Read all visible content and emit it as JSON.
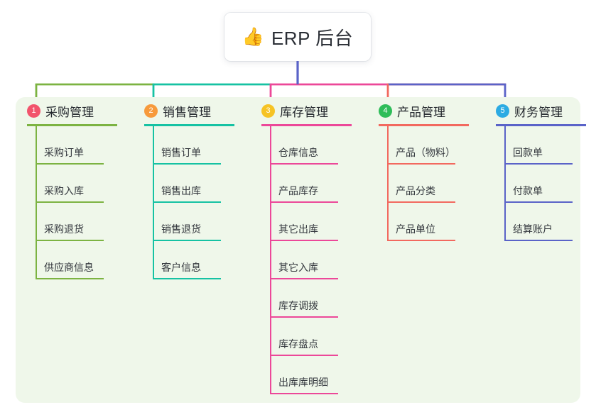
{
  "diagram": {
    "title": "ERP 后台 mind map",
    "root": {
      "emoji": "👍",
      "emoji_name": "thumbs-up-emoji",
      "label": "ERP 后台"
    },
    "panel_color": "#eff7ea",
    "root_connector_color": "#5a63c8",
    "branches": [
      {
        "number": "1",
        "label": "采购管理",
        "badge_color": "#f2546c",
        "line_color": "#7cb342",
        "items": [
          "采购订单",
          "采购入库",
          "采购退货",
          "供应商信息"
        ]
      },
      {
        "number": "2",
        "label": "销售管理",
        "badge_color": "#f79a3c",
        "line_color": "#16c2a3",
        "items": [
          "销售订单",
          "销售出库",
          "销售退货",
          "客户信息"
        ]
      },
      {
        "number": "3",
        "label": "库存管理",
        "badge_color": "#f6c324",
        "line_color": "#ec4899",
        "items": [
          "仓库信息",
          "产品库存",
          "其它出库",
          "其它入库",
          "库存调拨",
          "库存盘点",
          "出库库明细"
        ]
      },
      {
        "number": "4",
        "label": "产品管理",
        "badge_color": "#2ebd59",
        "line_color": "#f2695f",
        "items": [
          "产品（物料）",
          "产品分类",
          "产品单位"
        ]
      },
      {
        "number": "5",
        "label": "财务管理",
        "badge_color": "#2cabe3",
        "line_color": "#5a63c8",
        "items": [
          "回款单",
          "付款单",
          "结算账户"
        ]
      }
    ]
  }
}
